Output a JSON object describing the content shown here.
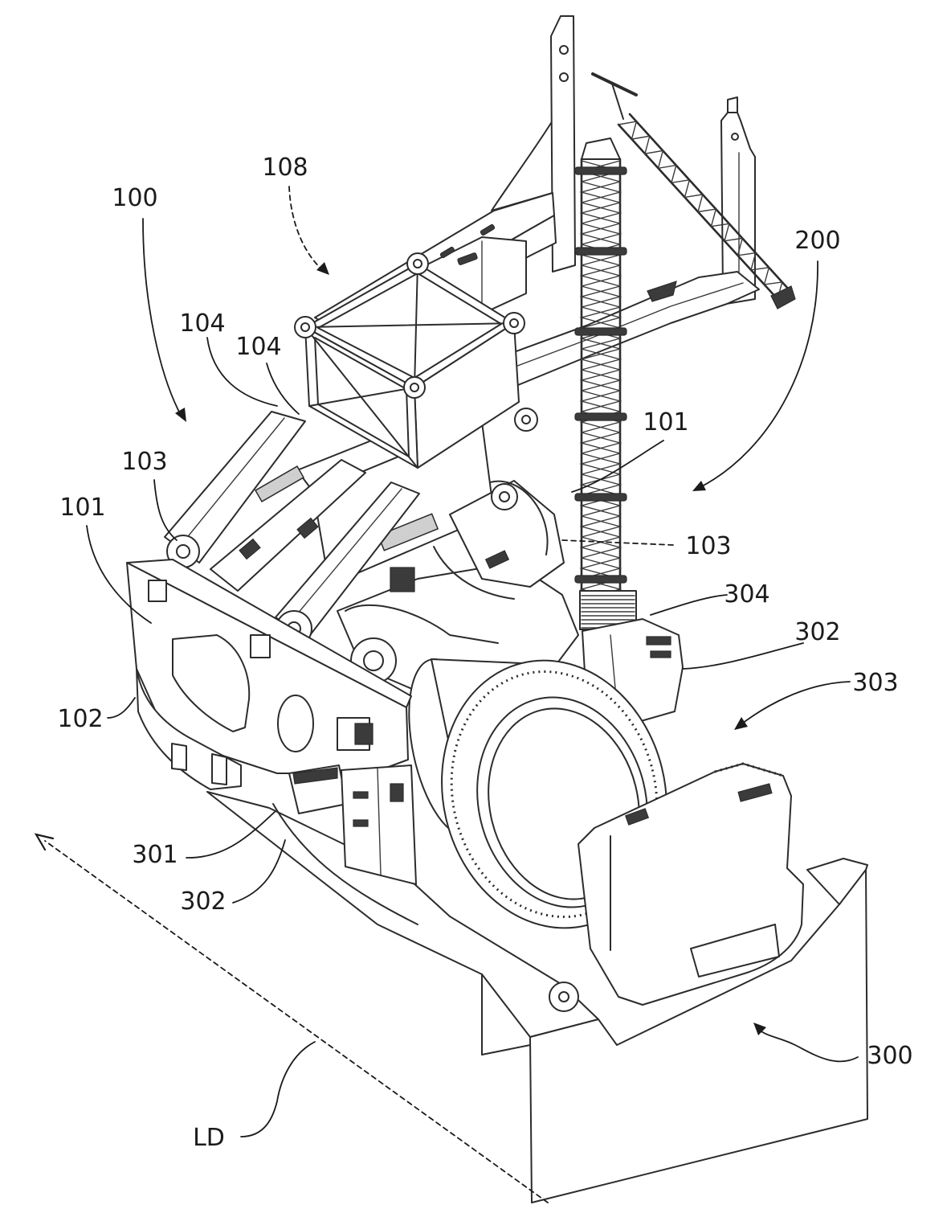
{
  "labels": {
    "r108": "108",
    "r100": "100",
    "r200": "200",
    "r104a": "104",
    "r104b": "104",
    "r101a": "101",
    "r103a": "103",
    "r101b": "101",
    "r103b": "103",
    "r304": "304",
    "r302a": "302",
    "r303": "303",
    "r102": "102",
    "r301": "301",
    "r302b": "302",
    "r300": "300",
    "rLD": "LD"
  }
}
